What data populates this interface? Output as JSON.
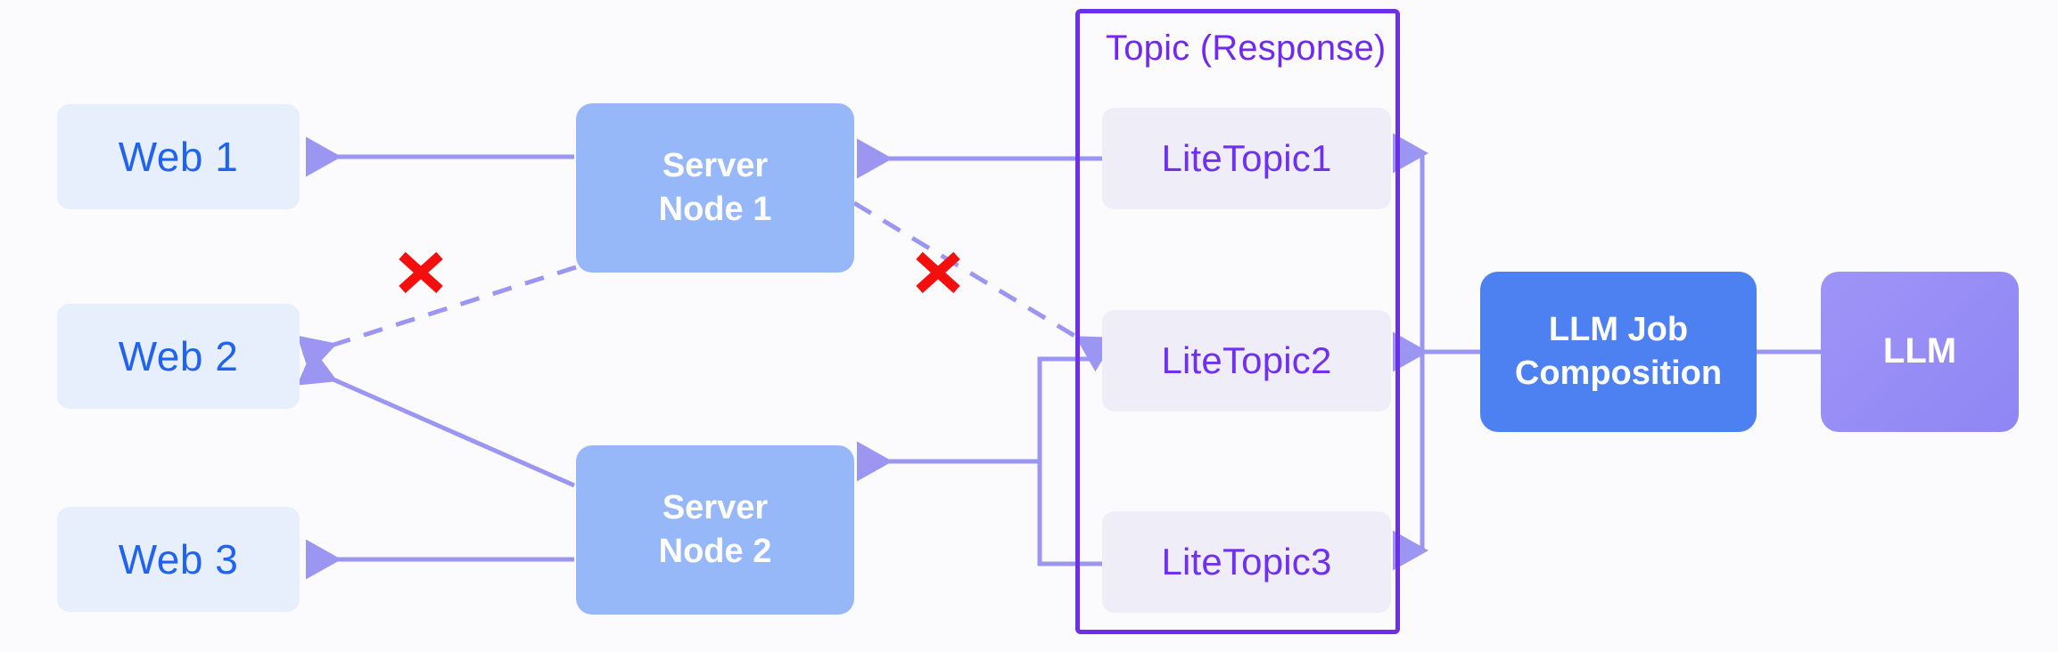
{
  "diagram": {
    "title": "Topic (Response) routing architecture",
    "background_color": "#fbfbfd",
    "colors": {
      "web_fill": "#e7eefc",
      "web_text": "#1f63f0",
      "server_fill": "#97b8f8",
      "server_text": "#ffffff",
      "topic_border": "#6d2fe8",
      "topic_label_text": "#7029ef",
      "lite_topic_fill": "#eeedf8",
      "lite_topic_text": "#6f30ef",
      "llm_job_fill": "#4d80f1",
      "llm_fill": "#9a90f6",
      "connector": "#9b96f2",
      "blocked_marker": "#f40f0f"
    }
  },
  "web_clients": [
    {
      "id": "web1",
      "label": "Web 1"
    },
    {
      "id": "web2",
      "label": "Web 2"
    },
    {
      "id": "web3",
      "label": "Web 3"
    }
  ],
  "server_nodes": [
    {
      "id": "server-node-1",
      "label": "Server\nNode 1"
    },
    {
      "id": "server-node-2",
      "label": "Server\nNode 2"
    }
  ],
  "topic_container": {
    "label": "Topic (Response)",
    "lite_topics": [
      {
        "id": "lite-topic-1",
        "label": "LiteTopic1"
      },
      {
        "id": "lite-topic-2",
        "label": "LiteTopic2"
      },
      {
        "id": "lite-topic-3",
        "label": "LiteTopic3"
      }
    ]
  },
  "processing": [
    {
      "id": "llm-job-composition",
      "label": "LLM Job\nComposition"
    },
    {
      "id": "llm",
      "label": "LLM"
    }
  ],
  "connections": [
    {
      "from": "server-node-1",
      "to": "web1",
      "style": "solid",
      "blocked": false
    },
    {
      "from": "server-node-1",
      "to": "web2",
      "style": "dashed",
      "blocked": true
    },
    {
      "from": "server-node-2",
      "to": "web2",
      "style": "solid",
      "blocked": false
    },
    {
      "from": "server-node-2",
      "to": "web3",
      "style": "solid",
      "blocked": false
    },
    {
      "from": "lite-topic-1",
      "to": "server-node-1",
      "style": "solid",
      "blocked": false
    },
    {
      "from": "lite-topic-2",
      "to": "server-node-1",
      "style": "dashed",
      "blocked": true
    },
    {
      "from": "lite-topic-2",
      "to": "server-node-2",
      "style": "solid",
      "blocked": false
    },
    {
      "from": "lite-topic-3",
      "to": "server-node-2",
      "style": "solid",
      "blocked": false
    },
    {
      "from": "llm-job-composition",
      "to": "lite-topic-1",
      "style": "solid",
      "blocked": false
    },
    {
      "from": "llm-job-composition",
      "to": "lite-topic-2",
      "style": "solid",
      "blocked": false
    },
    {
      "from": "llm-job-composition",
      "to": "lite-topic-3",
      "style": "solid",
      "blocked": false
    },
    {
      "from": "llm-job-composition",
      "to": "llm",
      "style": "solid",
      "blocked": false
    }
  ],
  "markers": [
    {
      "id": "blocked-marker-1",
      "symbol": "X",
      "on_connection": "server-node-1 -> web2"
    },
    {
      "id": "blocked-marker-2",
      "symbol": "X",
      "on_connection": "lite-topic-2 -> server-node-1"
    }
  ]
}
